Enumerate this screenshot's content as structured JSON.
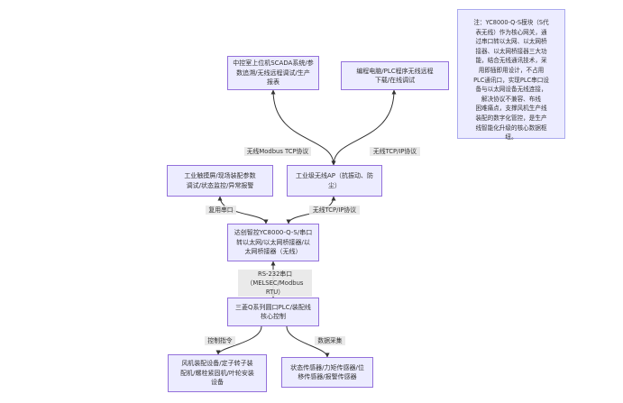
{
  "nodes": {
    "scada": "中控室上位机SCADA系统/参\n数追溯/无线远程调试/生产\n报表",
    "pc": "编程电脑/PLC程序无线远程\n下载/在线调试",
    "hmi": "工业触摸屏/现场装配参数\n调试/状态监控/异常报警",
    "ap": "工业级无线AP（抗振动、防\n尘）",
    "gateway": "达创智控YC8000-Q-S/串口\n转以太网/以太网桥接器/以\n太网桥接器（无线）",
    "plc": "三菱Q系列圆口PLC/装配线\n核心控制",
    "assembly": "风机装配设备/定子转子装\n配机/螺栓紧固机/叶轮安装\n设备",
    "sensors": "状态传感器/力矩传感器/位\n移传感器/报警传感器"
  },
  "note": "注：YC8000-Q-S模块（S代\n表无线）作为核心网关，通\n过串口转以太网、以太网桥\n接器、以太网桥接器三大功\n能，结合无线通讯技术，采\n用即插即用设计，不占用\nPLC通讯口，实现PLC串口设\n备与以太网设备无线连接，\n解决协议不兼容、布线\n困难痛点，支撑风机生产线\n装配的数字化管控，是生产\n线智能化升级的核心数据枢\n纽。",
  "edge_labels": {
    "scada_ap": "无线Modbus TCP协议",
    "pc_ap": "无线TCP/IP协议",
    "hmi_gw": "复用串口",
    "ap_gw": "无线TCP/IP协议",
    "gw_plc": "RS-232串口\n（MELSEC/Modbus RTU）",
    "plc_assembly": "控制指令",
    "plc_sensors": "数据采集"
  },
  "colors": {
    "node_fill": "#ececff",
    "node_border": "#9370db",
    "edge": "#333333",
    "label_bg": "#e8e8e8",
    "note_border": "#aaaaee"
  }
}
